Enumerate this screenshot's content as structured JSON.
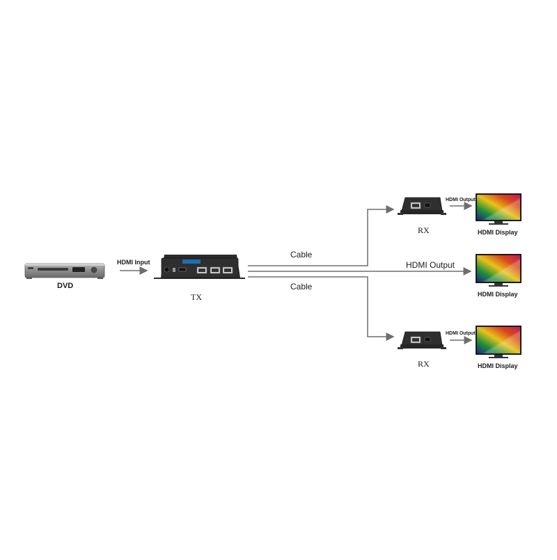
{
  "devices": {
    "source_label": "DVD",
    "transmitter_label": "TX",
    "receiver_top_label": "RX",
    "receiver_bottom_label": "RX",
    "display_top_label": "HDMI Display",
    "display_middle_label": "HDMI Display",
    "display_bottom_label": "HDMI Display"
  },
  "connections": {
    "input_label": "HDMI Input",
    "cable_top_label": "Cable",
    "cable_bottom_label": "Cable",
    "direct_output_label": "HDMI Output",
    "rx_top_output_label": "HDMI Output",
    "rx_bottom_output_label": "HDMI Output"
  },
  "colors": {
    "line": "#6e6e6e",
    "device_body": "#2b2b2b",
    "dvd_body": "#8f8f8f"
  }
}
